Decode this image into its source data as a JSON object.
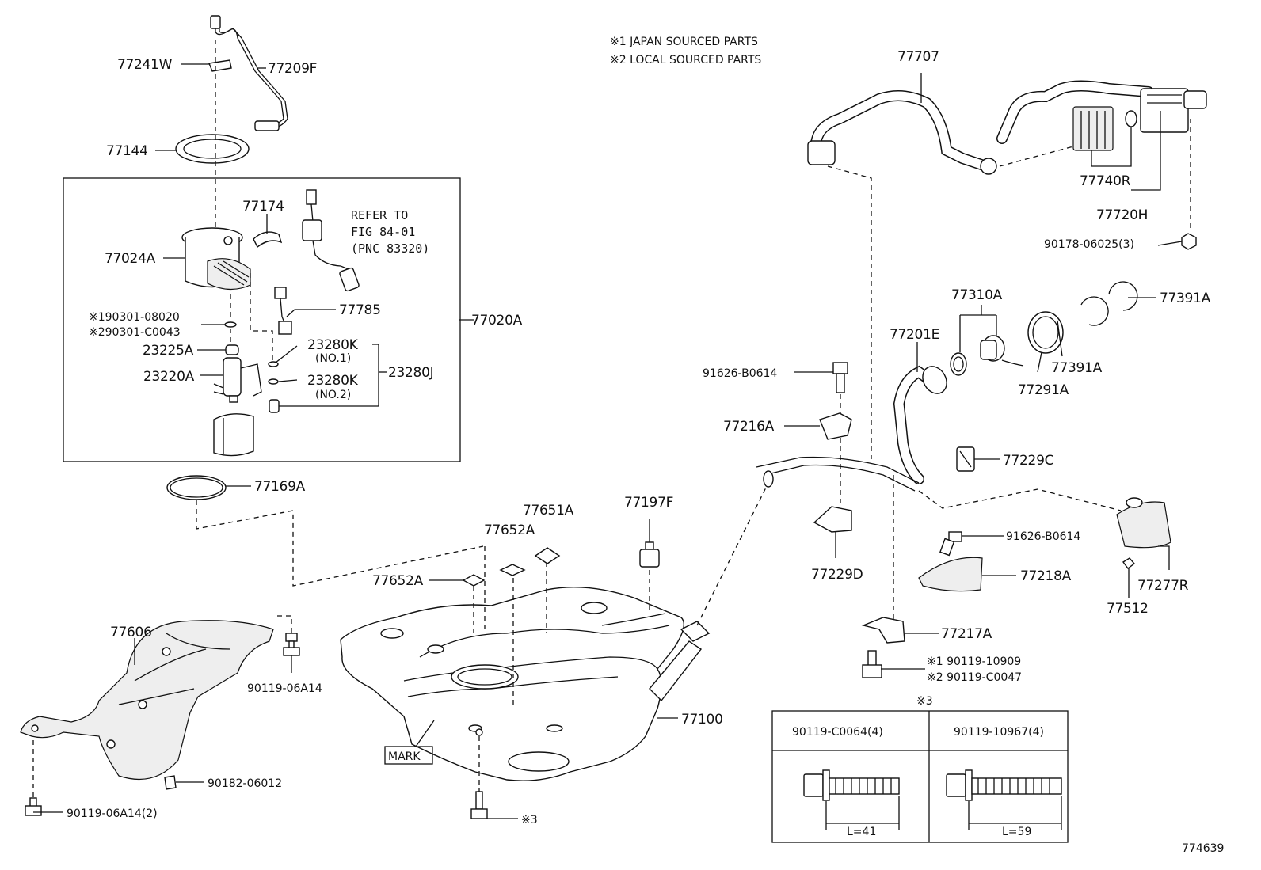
{
  "notes": {
    "note1": "※1 JAPAN SOURCED PARTS",
    "note2": "※2 LOCAL SOURCED PARTS"
  },
  "figure_id": "774639",
  "labels": {
    "p77241W": "77241W",
    "p77209F": "77209F",
    "p77144": "77144",
    "p77174": "77174",
    "refer1": "REFER TO",
    "refer2": "FIG 84-01",
    "refer3": "(PNC 83320)",
    "p77024A": "77024A",
    "p77785": "77785",
    "p190301": "※190301-08020",
    "p290301": "※290301-C0043",
    "p77020A": "77020A",
    "p23225A": "23225A",
    "p23280K1": "23280K",
    "no1": "(NO.1)",
    "p23220A": "23220A",
    "p23280K2": "23280K",
    "no2": "(NO.2)",
    "p23280J": "23280J",
    "p77169A": "77169A",
    "p77606": "77606",
    "p90119_06A14": "90119-06A14",
    "p90182": "90182-06012",
    "p90119_06A14_2": "90119-06A14(2)",
    "p77652A_1": "77652A",
    "p77651A": "77651A",
    "p77652A_2": "77652A",
    "p77197F": "77197F",
    "mark": "MARK",
    "p77100": "77100",
    "x3_bottom": "※3",
    "p77707": "77707",
    "p77740R": "77740R",
    "p77720H": "77720H",
    "p90178": "90178-06025(3)",
    "p77310A": "77310A",
    "p77391A_top": "77391A",
    "p77201E": "77201E",
    "p77391A": "77391A",
    "p77291A": "77291A",
    "p91626_a": "91626-B0614",
    "p77216A": "77216A",
    "p77229C": "77229C",
    "p77229D": "77229D",
    "p91626_b": "91626-B0614",
    "p77218A": "77218A",
    "p77277R": "77277R",
    "p77512": "77512",
    "p77217A": "77217A",
    "p90119_10909": "※1 90119-10909",
    "p90119_C0047": "※2 90119-C0047",
    "x3_table": "※3"
  },
  "bolt_table": {
    "col1_header": "90119-C0064(4)",
    "col2_header": "90119-10967(4)",
    "col1_length": "L=41",
    "col2_length": "L=59"
  }
}
